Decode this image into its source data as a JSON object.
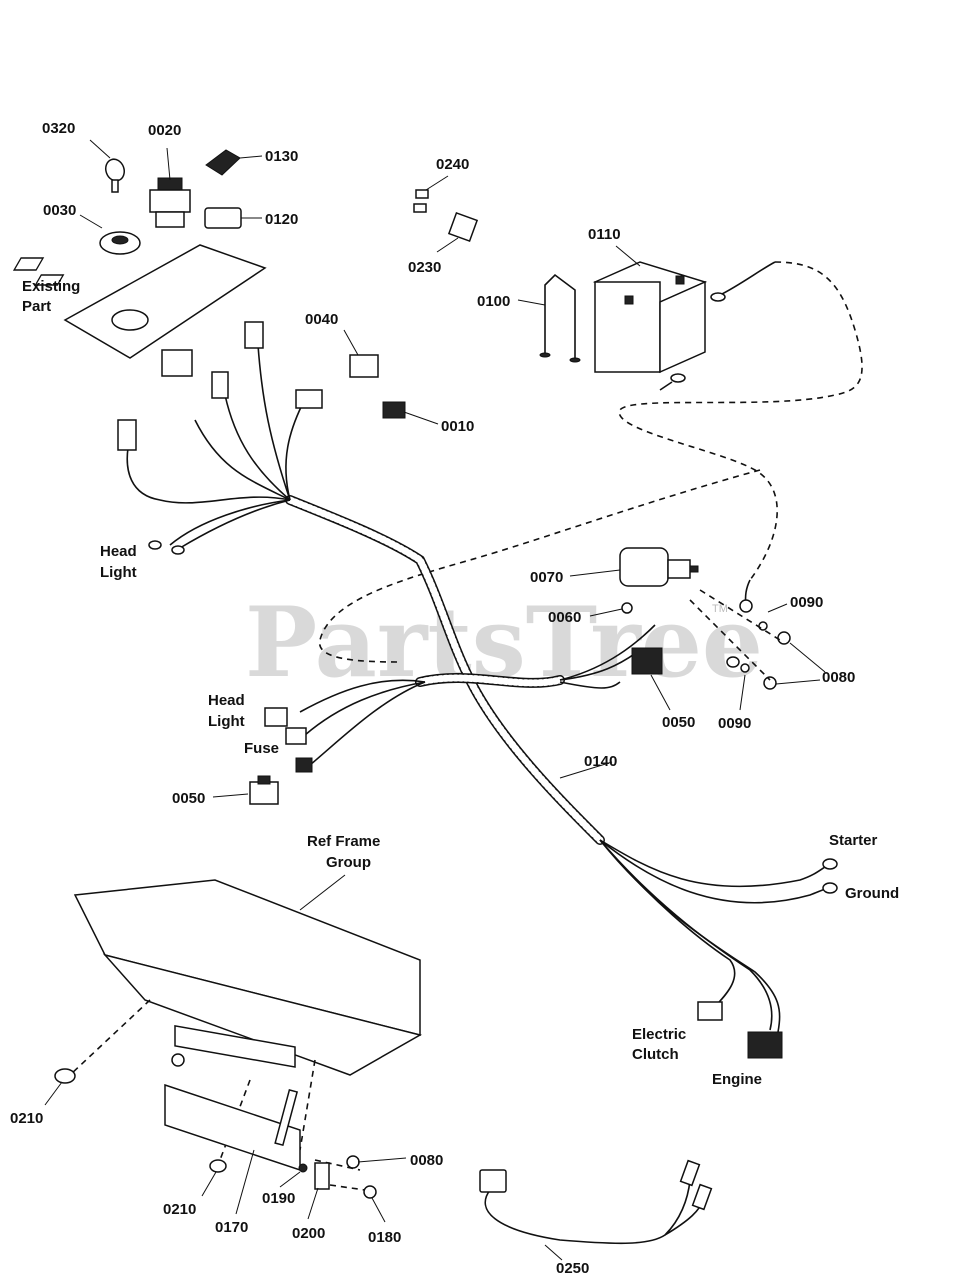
{
  "watermark": "PartsTree",
  "trademark": "TM",
  "callouts": {
    "c0320": "0320",
    "c0020": "0020",
    "c0130": "0130",
    "c0030": "0030",
    "c0120": "0120",
    "c0240": "0240",
    "c0230": "0230",
    "c0110": "0110",
    "c0100": "0100",
    "c0040": "0040",
    "c0010": "0010",
    "c0070": "0070",
    "c0060": "0060",
    "c0090a": "0090",
    "c0080a": "0080",
    "c0050a": "0050",
    "c0090b": "0090",
    "c0050b": "0050",
    "c0140": "0140",
    "c0210a": "0210",
    "c0210b": "0210",
    "c0170": "0170",
    "c0190": "0190",
    "c0200": "0200",
    "c0080b": "0080",
    "c0180": "0180",
    "c0250": "0250"
  },
  "labels": {
    "existing_part_1": "Existing",
    "existing_part_2": "Part",
    "head_light_1a": "Head",
    "head_light_1b": "Light",
    "head_light_2a": "Head",
    "head_light_2b": "Light",
    "fuse": "Fuse",
    "ref_frame_1": "Ref Frame",
    "ref_frame_2": "Group",
    "starter": "Starter",
    "ground": "Ground",
    "electric_clutch_1": "Electric",
    "electric_clutch_2": "Clutch",
    "engine": "Engine"
  }
}
